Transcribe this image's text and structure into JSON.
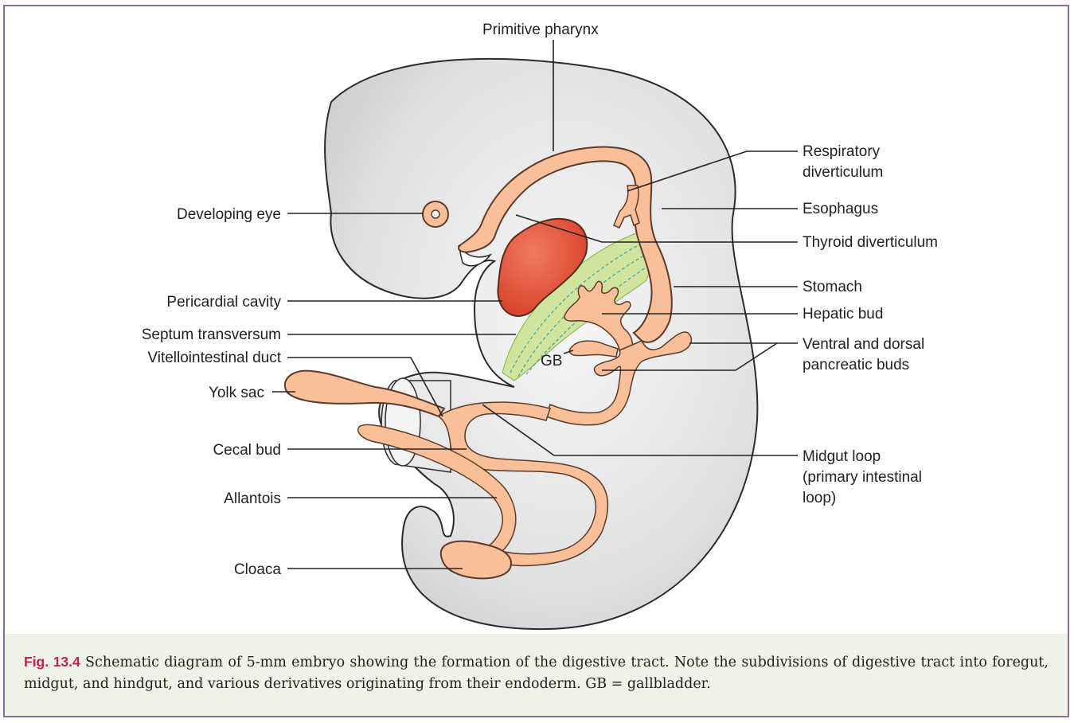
{
  "labels": {
    "primitive_pharynx": "Primitive pharynx",
    "respiratory_diverticulum_1": "Respiratory",
    "respiratory_diverticulum_2": "diverticulum",
    "esophagus": "Esophagus",
    "thyroid_diverticulum": "Thyroid diverticulum",
    "stomach": "Stomach",
    "hepatic_bud": "Hepatic bud",
    "pancreatic_buds_1": "Ventral and dorsal",
    "pancreatic_buds_2": "pancreatic buds",
    "midgut_loop_1": "Midgut loop",
    "midgut_loop_2": "(primary intestinal",
    "midgut_loop_3": "loop)",
    "developing_eye": "Developing eye",
    "pericardial_cavity": "Pericardial cavity",
    "septum_transversum": "Septum transversum",
    "vitellointestinal_duct": "Vitellointestinal duct",
    "yolk_sac": "Yolk sac",
    "cecal_bud": "Cecal bud",
    "allantois": "Allantois",
    "cloaca": "Cloaca",
    "gb": "GB"
  },
  "caption": {
    "figure_number": "Fig. 13.4",
    "text": " Schematic diagram of 5-mm embryo showing the formation of the digestive tract. Note the subdivisions of digestive tract into foregut, midgut, and hindgut, and various derivatives originating from their endoderm. GB = gallbladder."
  },
  "colors": {
    "frame_border": "#8a6fa3",
    "caption_background": "#eef2e8",
    "figure_label": "#c4214a",
    "embryo_fill": "#e4e4e4",
    "gut_fill": "#f9bf98",
    "gut_stroke": "#5a3a2a",
    "heart_fill": "#e5503a",
    "septum_fill": "#c9e08a"
  }
}
